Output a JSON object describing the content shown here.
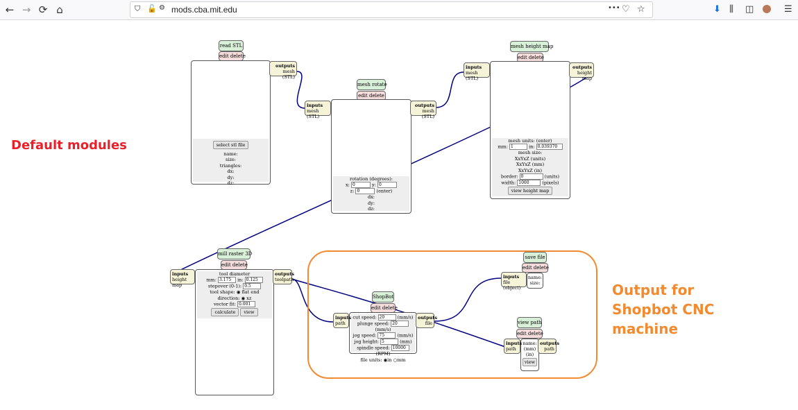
{
  "browser": {
    "url": "mods.cba.mit.edu",
    "back_icon": "←",
    "forward_icon": "→",
    "reload_icon": "⟳",
    "home_icon": "⌂",
    "more_icon": "•••"
  },
  "annotations": {
    "default": "Default modules",
    "output": "Output for\nShopbot CNC\nmachine",
    "default_color": "#e8202a",
    "output_color": "#f28a30"
  },
  "modules": {
    "read_stl": {
      "title": "read STL",
      "edit": "edit delete",
      "out_label": "outputs",
      "out_type": "mesh (STL)",
      "button": "select stl file",
      "fields": [
        "name:",
        "size:",
        "triangles:",
        "dx:",
        "dy:",
        "dz:"
      ]
    },
    "mesh_rotate": {
      "title": "mesh rotate",
      "edit": "edit delete",
      "in_label": "inputs",
      "in_type": "mesh (STL)",
      "out_label": "outputs",
      "out_type": "mesh (STL)",
      "heading": "rotation (degrees):",
      "x_label": "x:",
      "x_val": "0",
      "y_label": "y:",
      "y_val": "0",
      "z_label": "z:",
      "z_val": "0",
      "enter": "(enter)",
      "fields": [
        "dx:",
        "dy:",
        "dz:"
      ]
    },
    "mesh_height_map": {
      "title": "mesh height map",
      "edit": "edit delete",
      "in_label": "inputs",
      "in_type": "mesh (STL)",
      "out_label": "outputs",
      "out_type": "height map",
      "units_heading": "mesh units: (enter)",
      "mm_label": "mm:",
      "mm_val": "1",
      "in_label_f": "in:",
      "in_val": "0.039370",
      "size_heading": "mesh size:",
      "sizes": [
        "XxYxZ (units)",
        "XxYxZ (mm)",
        "XxYxZ (in)"
      ],
      "border_label": "border:",
      "border_val": "0",
      "border_unit": "(units)",
      "width_label": "width:",
      "width_val": "1000",
      "width_unit": "(pixels)",
      "button": "view height map"
    },
    "mill_raster": {
      "title": "mill raster 3D",
      "edit": "edit delete",
      "in_label": "inputs",
      "in_type": "height map",
      "out_label": "outputs",
      "out_type": "toolpath",
      "heading": "tool diameter",
      "mm_label": "mm:",
      "mm_val": "3.175",
      "in_label_f": "in:",
      "in_val": "0.125",
      "stepover_label": "stepover (0-1):",
      "stepover_val": "0.5",
      "shape_label": "tool shape:",
      "shape_val": "flat end",
      "direction_label": "direction:",
      "direction_val": "xz",
      "vector_label": "vector fit:",
      "vector_val": "0.001",
      "calc_button": "calculate",
      "view_button": "view"
    },
    "shopbot": {
      "title": "ShopBot",
      "edit": "edit delete",
      "in_label": "inputs",
      "in_type": "path",
      "out_label": "outputs",
      "out_type": "file",
      "rows": [
        {
          "label": "cut speed:",
          "val": "20",
          "unit": "(mm/s)"
        },
        {
          "label": "plunge speed:",
          "val": "20",
          "unit": "(mm/s)"
        },
        {
          "label": "jog speed:",
          "val": "75",
          "unit": "(mm/s)"
        },
        {
          "label": "jog height:",
          "val": "5",
          "unit": "(mm)"
        },
        {
          "label": "spindle speed:",
          "val": "10000",
          "unit": "(RPM)"
        }
      ],
      "units_label": "file units:",
      "units_in": "in",
      "units_mm": "mm"
    },
    "save_file": {
      "title": "save file",
      "edit": "edit delete",
      "in_label": "inputs",
      "in_type": "file (object)",
      "fields": [
        "name:",
        "size:"
      ]
    },
    "view_path": {
      "title": "view path",
      "edit": "edit delete",
      "in_label": "inputs",
      "in_type": "path",
      "out_label": "outputs",
      "out_type": "path",
      "fields": [
        "name:",
        "(mm)",
        "(in)"
      ],
      "button": "view"
    }
  },
  "colors": {
    "wire": "#000080",
    "title_bg": "#d9f0d8",
    "edit_bg": "#f5dcdc",
    "port_bg": "#f6f4d8"
  }
}
